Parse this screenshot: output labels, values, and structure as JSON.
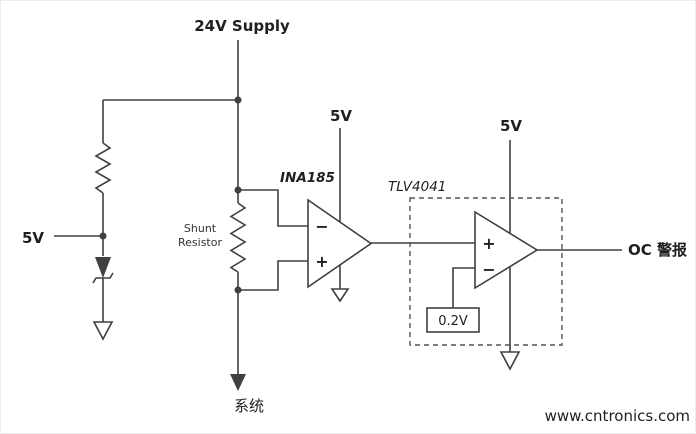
{
  "diagram": {
    "supply_label": "24V Supply",
    "rail_5v_left": "5V",
    "rail_5v_ina": "5V",
    "rail_5v_tlv": "5V",
    "shunt_line1": "Shunt",
    "shunt_line2": "Resistor",
    "amplifier_name": "INA185",
    "comparator_name": "TLV4041",
    "vref_label": "0.2V",
    "output_label": "OC 警报",
    "system_label": "系统",
    "ina_inverting_sign": "−",
    "ina_noninverting_sign": "+",
    "tlv_noninverting_sign": "+",
    "tlv_inverting_sign": "−"
  },
  "watermark": {
    "text": "www.cntronics.com",
    "color": "#8DC63F"
  },
  "colors": {
    "wire": "#404040",
    "text": "#1f1f1f",
    "background": "#ffffff"
  }
}
